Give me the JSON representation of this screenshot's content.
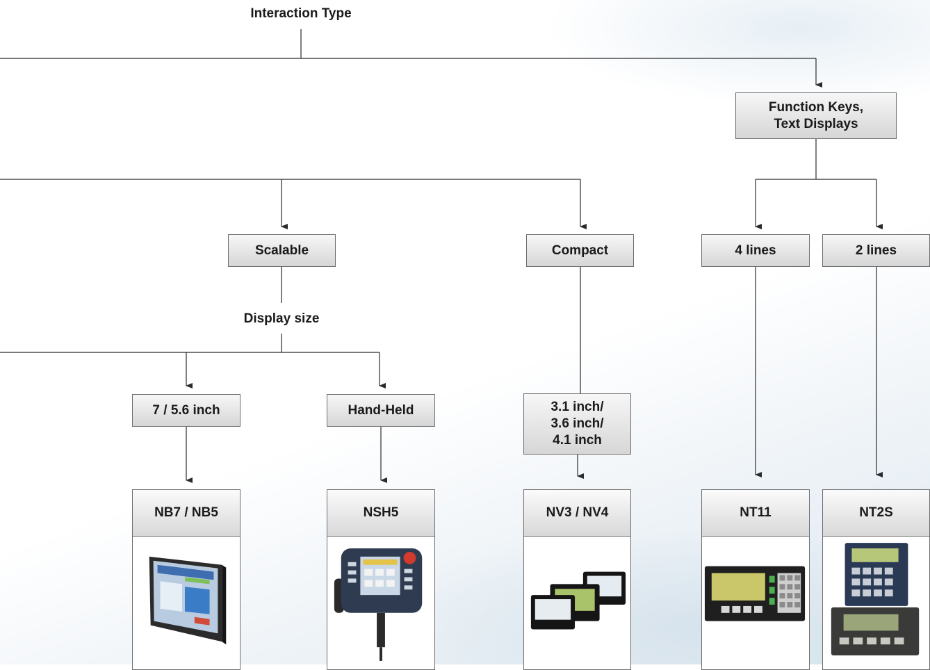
{
  "labels": {
    "interaction_type": "Interaction Type",
    "display_size": "Display size"
  },
  "categories": {
    "function_keys": "Function Keys,\nText Displays",
    "scalable": "Scalable",
    "compact": "Compact",
    "four_lines": "4 lines",
    "two_lines": "2 lines",
    "size_7": "7 / 5.6 inch",
    "hand_held": "Hand-Held",
    "size_small": "3.1 inch/\n3.6 inch/\n4.1 inch"
  },
  "products": [
    {
      "name": "NB7 / NB5",
      "icon": "touch-panel-image"
    },
    {
      "name": "NSH5",
      "icon": "handheld-terminal-image"
    },
    {
      "name": "NV3 / NV4",
      "icon": "compact-display-image"
    },
    {
      "name": "NT11",
      "icon": "keypad-text-terminal-image"
    },
    {
      "name": "NT2S",
      "icon": "small-text-terminal-image"
    }
  ],
  "colors": {
    "line": "#2a2a2a",
    "box_border": "#6e6e6e"
  }
}
